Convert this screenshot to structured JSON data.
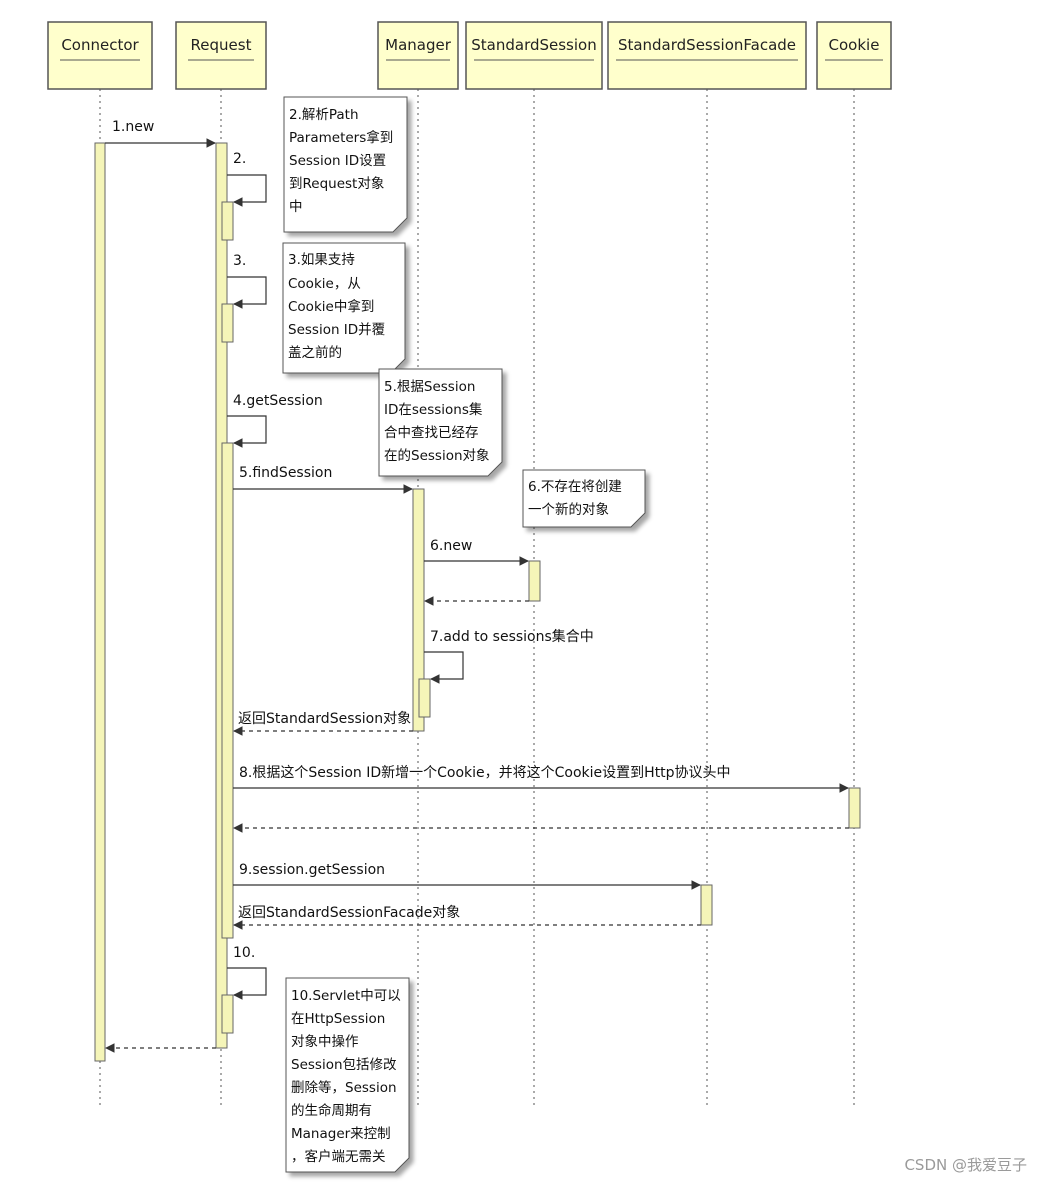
{
  "colors": {
    "participant_fill": "#ffffcc",
    "activation_fill": "#f5f5b8",
    "note_fill": "#ffffff",
    "line": "#444444"
  },
  "participants": [
    "Connector",
    "Request",
    "Manager",
    "StandardSession",
    "StandardSessionFacade",
    "Cookie"
  ],
  "messages": [
    "1.new",
    "2.",
    "3.",
    "4.getSession",
    "5.findSession",
    "6.new",
    "7.add to sessions集合中",
    "返回StandardSession对象",
    "8.根据这个Session ID新增一个Cookie，并将这个Cookie设置到Http协议头中",
    "9.session.getSession",
    "返回StandardSessionFacade对象",
    "10."
  ],
  "notes": [
    [
      "2.解析Path",
      "Parameters拿到",
      "Session ID设置",
      "到Request对象",
      "中"
    ],
    [
      "3.如果支持",
      "Cookie，从",
      "Cookie中拿到",
      "Session ID并覆",
      "盖之前的"
    ],
    [
      "5.根据Session",
      "ID在sessions集",
      "合中查找已经存",
      "在的Session对象"
    ],
    [
      "6.不存在将创建",
      "一个新的对象"
    ],
    [
      "10.Servlet中可以",
      "在HttpSession",
      "对象中操作",
      "Session包括修改",
      "删除等，Session",
      "的生命周期有",
      "Manager来控制",
      "，客户端无需关"
    ]
  ],
  "watermark": "CSDN @我爱豆子"
}
